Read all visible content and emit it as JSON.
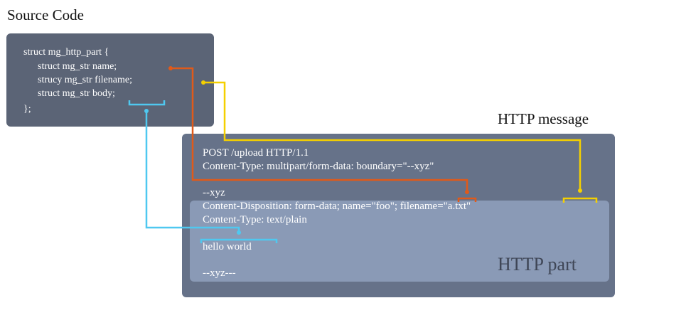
{
  "titles": {
    "source_code": "Source Code",
    "http_message": "HTTP message",
    "http_part": "HTTP part"
  },
  "code": {
    "line1": "struct mg_http_part {",
    "line2": "struct mg_str name;",
    "line3": "strucy mg_str filename;",
    "line4": "struct mg_str body;",
    "line5": "};"
  },
  "message": {
    "request_line": "POST /upload HTTP/1.1",
    "content_type": "Content-Type: multipart/form-data: boundary=\"--xyz\"",
    "boundary_start": "--xyz",
    "disposition": "Content-Disposition: form-data; name=\"foo\"; filename=\"a.txt\"",
    "part_content_type": "Content-Type: text/plain",
    "body": "hello world",
    "boundary_end": "--xyz---"
  },
  "colors": {
    "name_link": "#e05a1a",
    "filename_link": "#f5d000",
    "body_link": "#4fc8f0",
    "code_box": "#5b6476",
    "message_box": "#667289",
    "part_box": "#8a9ab6"
  }
}
